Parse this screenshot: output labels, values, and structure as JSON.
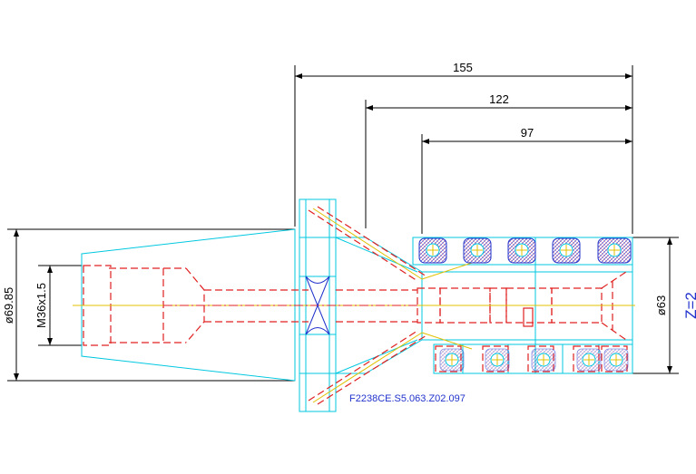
{
  "drawing": {
    "dimensions": {
      "overall_length": "155",
      "body_length": "122",
      "cutting_length": "97",
      "flange_diameter": "ø69.85",
      "thread": "M36x1.5",
      "cutter_diameter": "ø63",
      "teeth": "Z=2"
    },
    "part_code": "F2238CE.S5.063.Z02.097"
  },
  "colors": {
    "outline": "#00c8e0",
    "hidden": "#e02020",
    "center": "#e0c000",
    "dimension": "#000000",
    "insert_hatch": "#2233cc",
    "annotation": "#2233cc"
  }
}
